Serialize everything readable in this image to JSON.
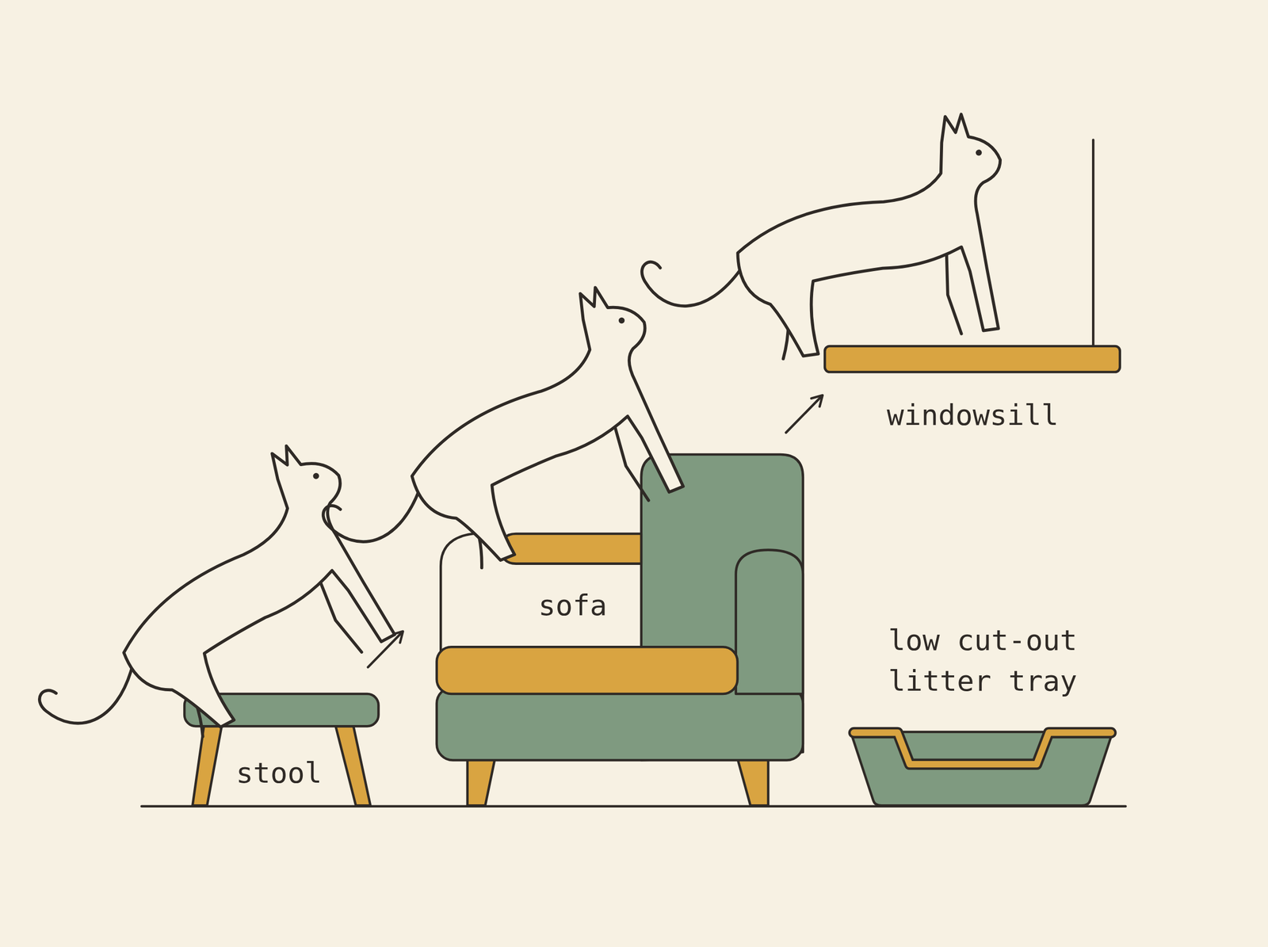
{
  "diagram": {
    "labels": [
      "windowsill",
      "sofa",
      "low cut-out litter tray",
      "stool"
    ]
  }
}
